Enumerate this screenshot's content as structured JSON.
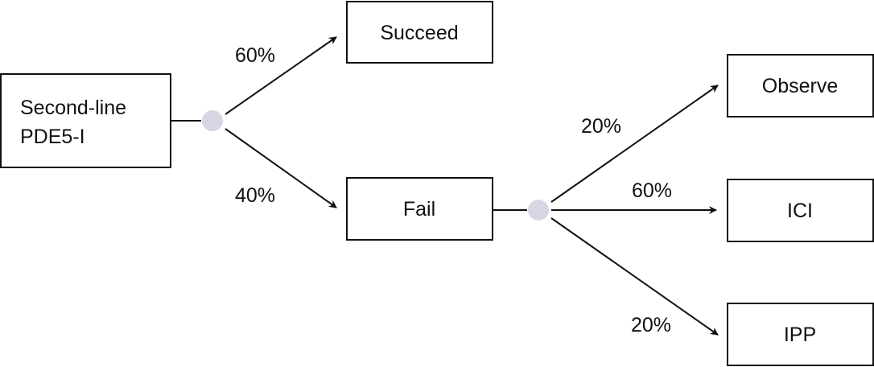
{
  "colors": {
    "chance_node": "#d6d6e4",
    "line": "#111111"
  },
  "nodes": {
    "root": {
      "label_line1": "Second-line",
      "label_line2": "PDE5-I"
    },
    "succeed": {
      "label": "Succeed"
    },
    "fail": {
      "label": "Fail"
    },
    "observe": {
      "label": "Observe"
    },
    "ici": {
      "label": "ICI"
    },
    "ipp": {
      "label": "IPP"
    }
  },
  "edges": {
    "to_succeed": {
      "probability": "60%"
    },
    "to_fail": {
      "probability": "40%"
    },
    "to_observe": {
      "probability": "20%"
    },
    "to_ici": {
      "probability": "60%"
    },
    "to_ipp": {
      "probability": "20%"
    }
  }
}
